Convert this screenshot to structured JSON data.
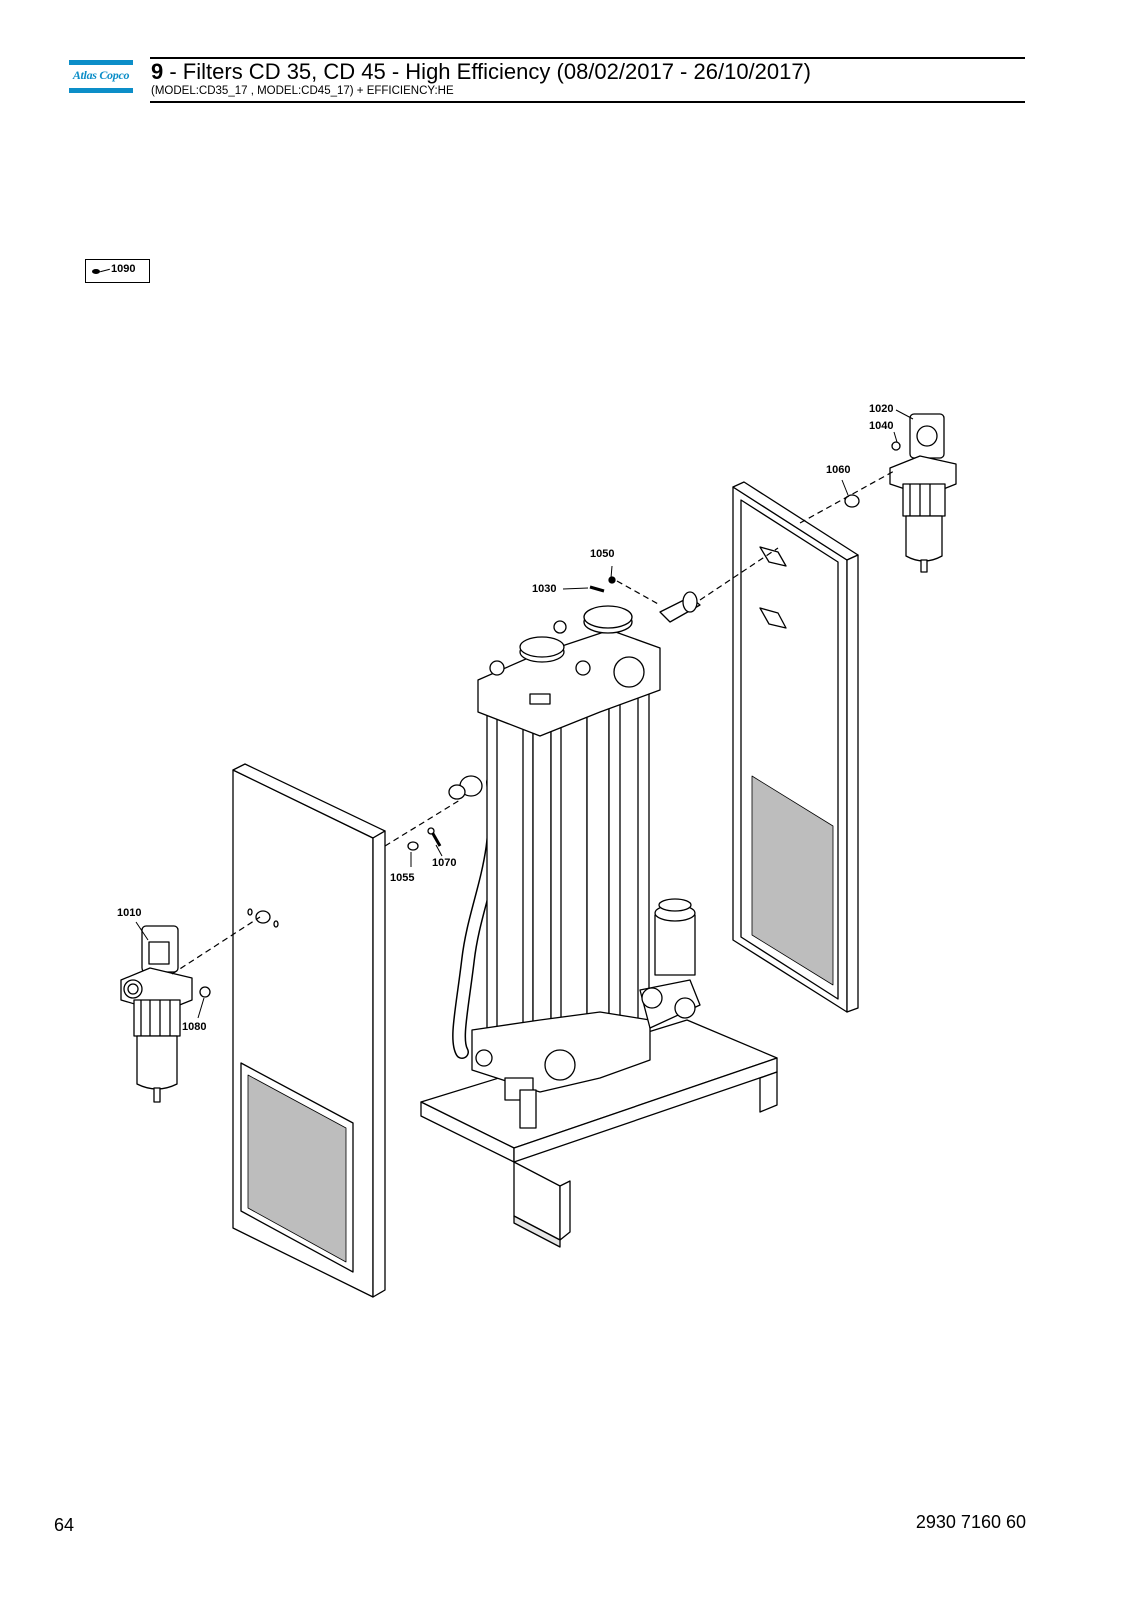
{
  "header": {
    "logo_text": "Atlas Copco",
    "section_number": "9",
    "title_rest": " - Filters CD 35, CD 45 - High Efficiency (08/02/2017 - 26/10/2017)",
    "subtitle": "(MODEL:CD35_17 , MODEL:CD45_17) + EFFICIENCY:HE"
  },
  "colors": {
    "brand": "#0c8ec8",
    "line": "#000000"
  },
  "legend": {
    "label": "1090"
  },
  "callouts": {
    "c1010": "1010",
    "c1020": "1020",
    "c1030": "1030",
    "c1040": "1040",
    "c1050": "1050",
    "c1055": "1055",
    "c1060": "1060",
    "c1070": "1070",
    "c1080": "1080"
  },
  "footer": {
    "page_number": "64",
    "document_number": "2930 7160 60"
  }
}
